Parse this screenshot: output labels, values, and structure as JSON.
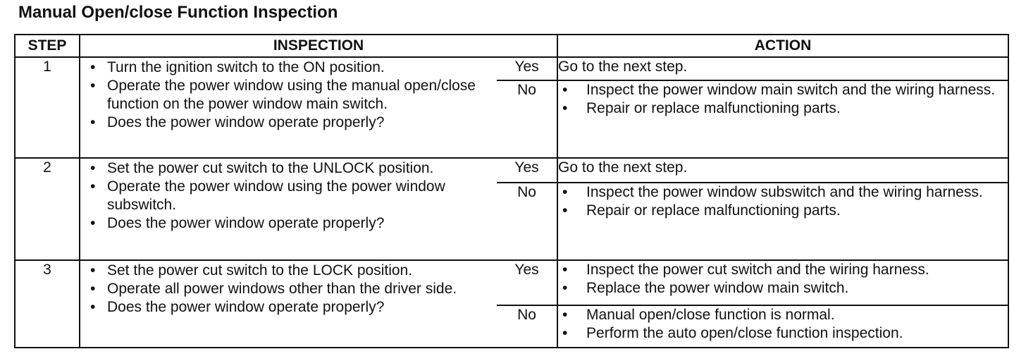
{
  "title": "Manual Open/close Function Inspection",
  "corner_mark": "",
  "table": {
    "headers": {
      "step": "STEP",
      "inspection": "INSPECTION",
      "action": "ACTION"
    },
    "rows": [
      {
        "step": "1",
        "inspection": [
          "Turn the ignition switch to the ON position.",
          "Operate the power window using the manual open/close function on the power window main switch.",
          "Does the power window operate properly?"
        ],
        "yes_label": "Yes",
        "yes_action": [
          "Go to the next step."
        ],
        "no_label": "No",
        "no_action": [
          "Inspect the power window main switch and the wiring harness.",
          "Repair or replace malfunctioning parts."
        ]
      },
      {
        "step": "2",
        "inspection": [
          "Set the power cut switch to the UNLOCK position.",
          "Operate the power window using the power window subswitch.",
          "Does the power window operate properly?"
        ],
        "yes_label": "Yes",
        "yes_action": [
          "Go to the next step."
        ],
        "no_label": "No",
        "no_action": [
          "Inspect the power window subswitch and the wiring harness.",
          "Repair or replace malfunctioning parts."
        ]
      },
      {
        "step": "3",
        "inspection": [
          "Set the power cut switch to the LOCK position.",
          "Operate all power windows other than the driver side.",
          "Does the power window operate properly?"
        ],
        "yes_label": "Yes",
        "yes_action": [
          "Inspect the power cut switch and the wiring harness.",
          "Replace the power window main switch."
        ],
        "no_label": "No",
        "no_action": [
          "Manual open/close function is normal.",
          "Perform the auto open/close function inspection."
        ]
      }
    ]
  }
}
